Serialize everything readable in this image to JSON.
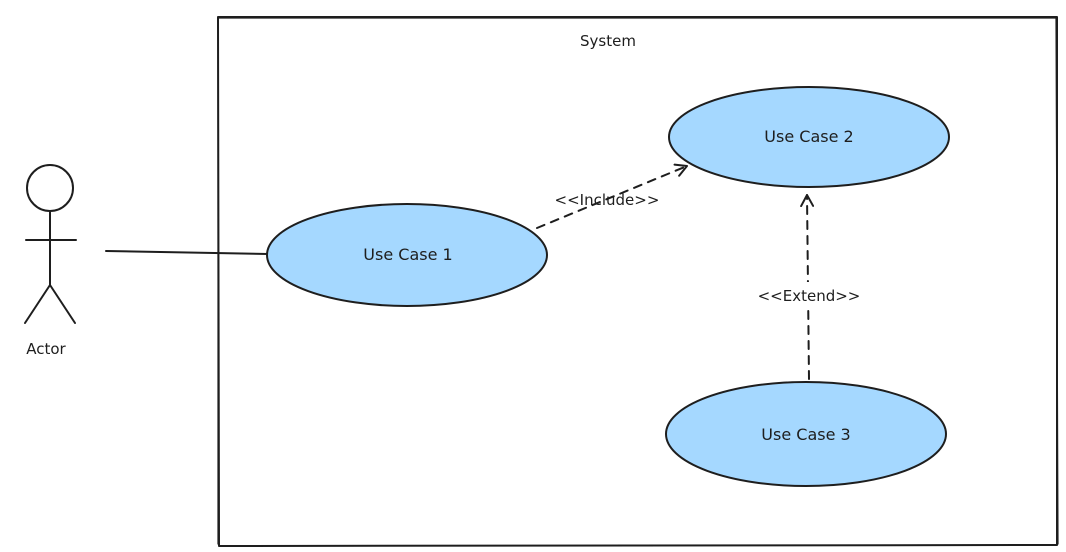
{
  "diagram": {
    "system_label": "System",
    "actor_label": "Actor",
    "use_cases": {
      "uc1": "Use Case 1",
      "uc2": "Use Case 2",
      "uc3": "Use Case 3"
    },
    "relations": {
      "include": "<<Include>>",
      "extend": "<<Extend>>"
    },
    "colors": {
      "use_case_fill": "#a5d8ff",
      "stroke": "#1e1e1e",
      "background": "#ffffff"
    }
  }
}
